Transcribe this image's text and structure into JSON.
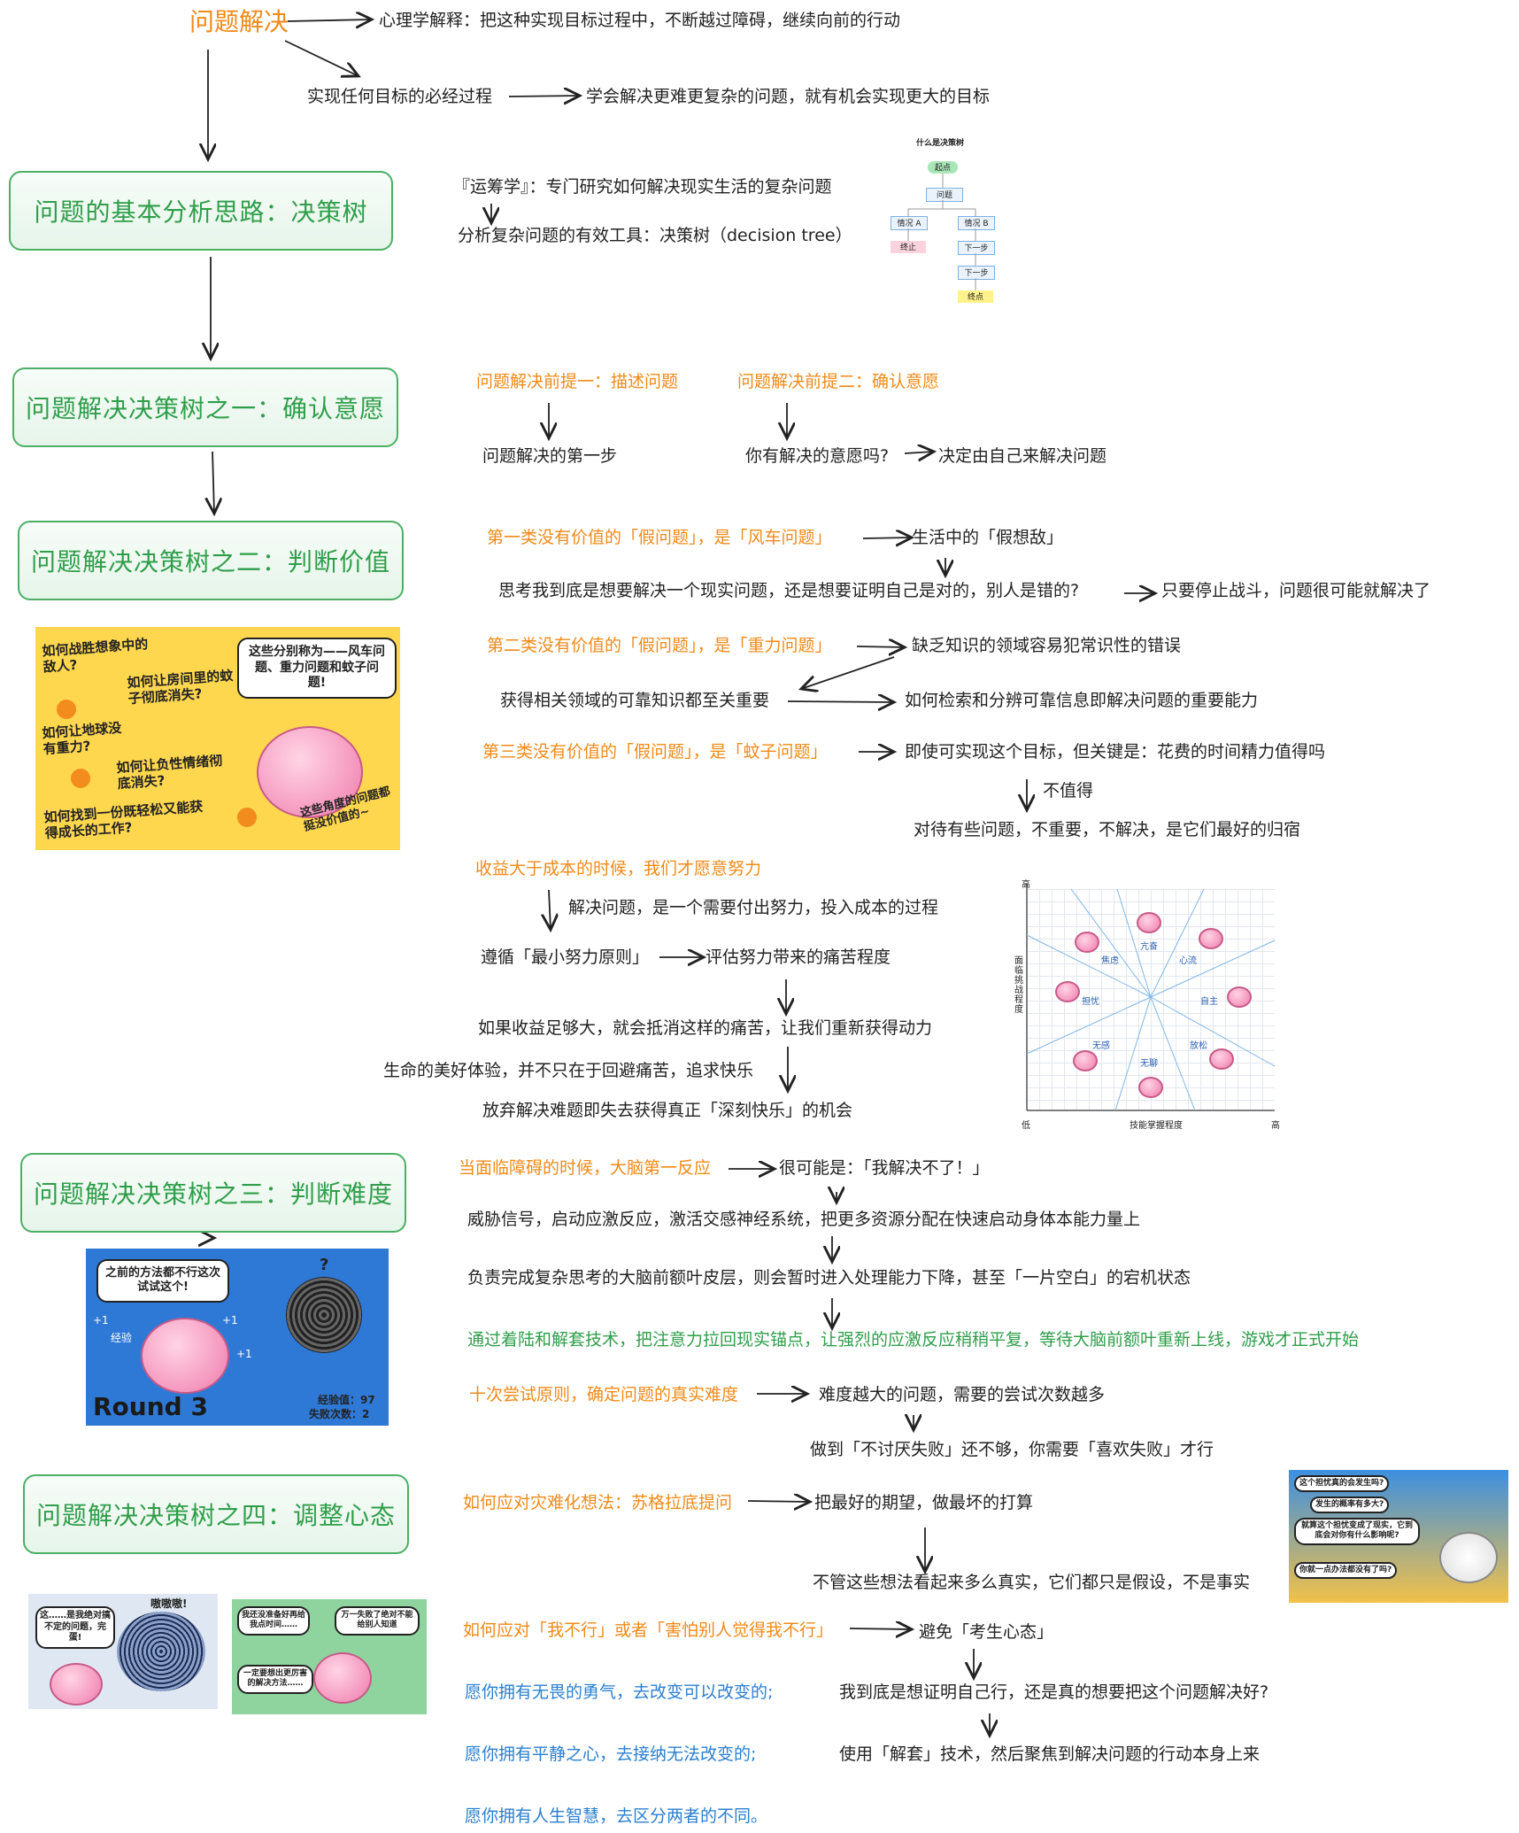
{
  "root": {
    "title": "问题解决"
  },
  "header_notes": {
    "psych": "心理学解释：把这种实现目标过程中，不断越过障碍，继续向前的行动",
    "path": "实现任何目标的必经过程",
    "result": "学会解决更难更复杂的问题，就有机会实现更大的目标"
  },
  "boxes": {
    "b0": "问题的基本分析思路：决策树",
    "b1": "问题解决决策树之一：确认意愿",
    "b2": "问题解决决策树之二：判断价值",
    "b3": "问题解决决策树之三：判断难度",
    "b4": "问题解决决策树之四：调整心态"
  },
  "sec0": {
    "l1": "『运筹学』：专门研究如何解决现实生活的复杂问题",
    "l2": "分析复杂问题的有效工具：决策树（decision tree）",
    "tree": {
      "title": "什么是决策树",
      "start": "起点",
      "problem": "问题",
      "caseA": "情况 A",
      "caseB": "情况 B",
      "stop": "终止",
      "next1": "下一步",
      "next2": "下一步",
      "end": "终点"
    }
  },
  "sec1": {
    "p1": "问题解决前提一：描述问题",
    "p2": "问题解决前提二：确认意愿",
    "s1": "问题解决的第一步",
    "s2": "你有解决的意愿吗?",
    "s3": "决定由自己来解决问题"
  },
  "sec2": {
    "c1": "第一类没有价值的「假问题」，是「风车问题」",
    "c1r": "生活中的「假想敌」",
    "c1d": "思考我到底是想要解决一个现实问题，还是想要证明自己是对的，别人是错的?",
    "c1e": "只要停止战斗，问题很可能就解决了",
    "c2": "第二类没有价值的「假问题」，是「重力问题」",
    "c2r": "缺乏知识的领域容易犯常识性的错误",
    "c2d": "获得相关领域的可靠知识都至关重要",
    "c2e": "如何检索和分辨可靠信息即解决问题的重要能力",
    "c3": "第三类没有价值的「假问题」，是「蚊子问题」",
    "c3r": "即使可实现这个目标，但关键是：花费的时间精力值得吗",
    "c3n": "不值得",
    "c3e": "对待有些问题，不重要，不解决，是它们最好的归宿",
    "effort": "收益大于成本的时候，我们才愿意努力",
    "e1": "解决问题，是一个需要付出努力，投入成本的过程",
    "e2": "遵循「最小努力原则」",
    "e3": "评估努力带来的痛苦程度",
    "e4": "如果收益足够大，就会抵消这样的痛苦，让我们重新获得动力",
    "e5": "生命的美好体验，并不只在于回避痛苦，追求快乐",
    "e6": "放弃解决难题即失去获得真正「深刻快乐」的机会"
  },
  "sec2_panel": {
    "q1": "如何战胜想象中的敌人?",
    "q2": "如何让房间里的蚊子彻底消失?",
    "q3": "如何让地球没有重力?",
    "q4": "如何让负性情绪彻底消失?",
    "q5": "如何找到一份既轻松又能获得成长的工作?",
    "bubble": "这些分别称为——风车问题、重力问题和蚊子问题!",
    "tag": "这些角度的问题都挺没价值的~"
  },
  "flow_chart": {
    "y_high": "高",
    "y_label": "面临挑战程度",
    "x_low": "低",
    "x_label": "技能掌握程度",
    "x_high": "高",
    "zones": [
      "焦虑",
      "亢奋",
      "心流",
      "担忧",
      "自主",
      "无感",
      "无聊",
      "放松"
    ]
  },
  "sec3": {
    "a1": "当面临障碍的时候，大脑第一反应",
    "a1r": "很可能是：「我解决不了！」",
    "a2": "威胁信号，启动应激反应，激活交感神经系统，把更多资源分配在快速启动身体本能力量上",
    "a3": "负责完成复杂思考的大脑前额叶皮层，则会暂时进入处理能力下降，甚至「一片空白」的宕机状态",
    "a4": "通过着陆和解套技术，把注意力拉回现实锚点，让强烈的应激反应稍稍平复，等待大脑前额叶重新上线，游戏才正式开始",
    "a5": "十次尝试原则，确定问题的真实难度",
    "a5r": "难度越大的问题，需要的尝试次数越多",
    "a6": "做到「不讨厌失败」还不够，你需要「喜欢失败」才行"
  },
  "sec3_panel": {
    "bubble": "之前的方法都不行这次试试这个!",
    "exp_label": "经验",
    "plus": "+1",
    "round": "Round 3",
    "stats1": "经验值：97",
    "stats2": "失败次数：2",
    "q": "?"
  },
  "sec4": {
    "d1": "如何应对灾难化想法：苏格拉底提问",
    "d1r": "把最好的期望，做最坏的打算",
    "d1e": "不管这些想法看起来多么真实，它们都只是假设，不是事实",
    "d2": "如何应对「我不行」或者「害怕别人觉得我不行」",
    "d2r": "避免「考生心态」",
    "d2d": "我到底是想证明自己行，还是真的想要把这个问题解决好?",
    "d2e": "使用「解套」技术，然后聚焦到解决问题的行动本身上来",
    "w1": "愿你拥有无畏的勇气，去改变可以改变的;",
    "w2": "愿你拥有平静之心，去接纳无法改变的;",
    "w3": "愿你拥有人生智慧，去区分两者的不同。"
  },
  "sec4_panels": {
    "p1a": "这个担忧真的会发生吗?",
    "p1b": "发生的概率有多大?",
    "p1c": "就算这个担忧变成了现实，它到底会对你有什么影响呢?",
    "p1d": "你就一点办法都没有了吗?",
    "p2a": "这……是我绝对搞不定的问题，完蛋!",
    "p2b": "嗷嗷嗷!",
    "p3a": "我还没准备好再给我点时间……",
    "p3b": "万一失败了绝对不能给别人知道",
    "p3c": "一定要想出更厉害的解决方法……"
  },
  "colors": {
    "orange": "#f08a18",
    "green": "#2f9e4a",
    "blue": "#2a7fd0",
    "box_border": "#4caf65"
  }
}
